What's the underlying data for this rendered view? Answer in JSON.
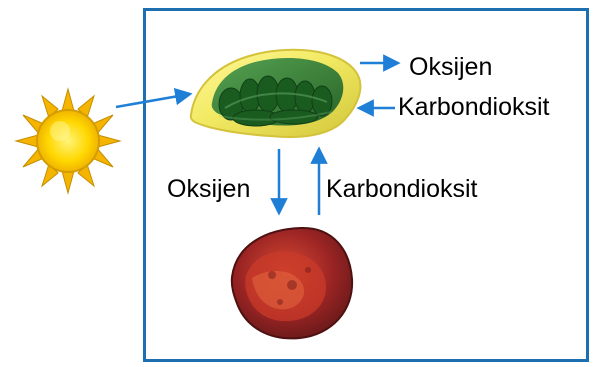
{
  "labels": {
    "oxygen_out_right": "Oksijen",
    "carbon_dioxide_in_right": "Karbondioksit",
    "oxygen_down_left": "Oksijen",
    "carbon_dioxide_up_middle": "Karbondioksit"
  },
  "colors": {
    "frame": "#1d6fb0",
    "arrow": "#1f7fd6",
    "text": "#000000",
    "sun_core": "#ffd700",
    "sun_rays": "#f5b400",
    "chloroplast_outer": "#f2ea63",
    "chloroplast_inner": "#2d7d35",
    "mitochondrion": "#8b1e1e"
  }
}
